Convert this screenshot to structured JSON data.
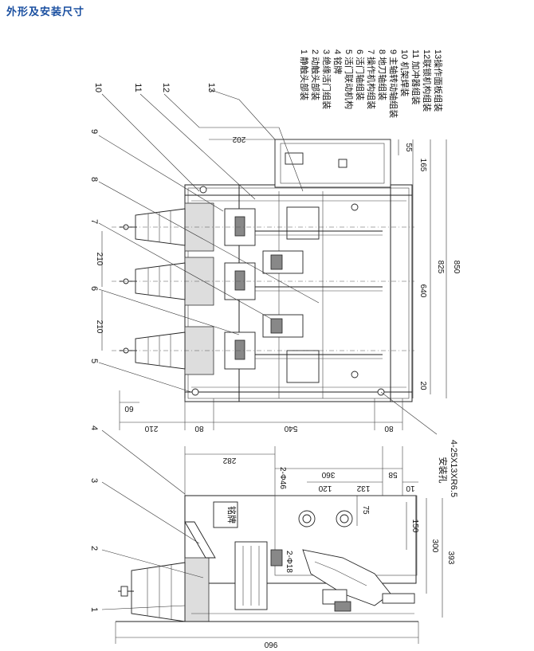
{
  "title": "外形及安装尺寸",
  "callouts_top": [
    "10",
    "11",
    "12",
    "13"
  ],
  "callouts_left_a": [
    "9",
    "8",
    "7",
    "6",
    "5"
  ],
  "callouts_left_b": [
    "4",
    "3",
    "2",
    "1"
  ],
  "legend": [
    "1 静触头部装",
    "2 动触头部装",
    "3 绝缘活门组装",
    "4 铭牌",
    "5 活门联动机构",
    "6 活门轴组装",
    "7 操作机构组装",
    "8 地刀轴组装",
    "9 主轴转动轴组装",
    "10 机架焊装",
    "11 加冲器组装",
    "12联锁机构组装",
    "13操作面板组装"
  ],
  "dims_top": {
    "d202": "202",
    "d55": "55",
    "d165": "165",
    "d210a": "210",
    "d210b": "210",
    "d640": "640",
    "d825": "825",
    "d850": "850",
    "d20": "20",
    "d60": "60",
    "d210c": "210",
    "d80a": "80",
    "d540": "540",
    "d80b": "80"
  },
  "dims_bottom": {
    "d282": "282",
    "d360": "360",
    "d58": "58",
    "d120": "120",
    "d132": "132",
    "d10": "10",
    "d75": "75",
    "d150": "150",
    "d300": "300",
    "d393": "393",
    "d960": "960",
    "phi46": "2-Φ46",
    "phi18": "2-Φ18",
    "mount_label": "安装孔",
    "mount_spec": "4-25X13XR6.5",
    "nameplate": "铭牌"
  }
}
